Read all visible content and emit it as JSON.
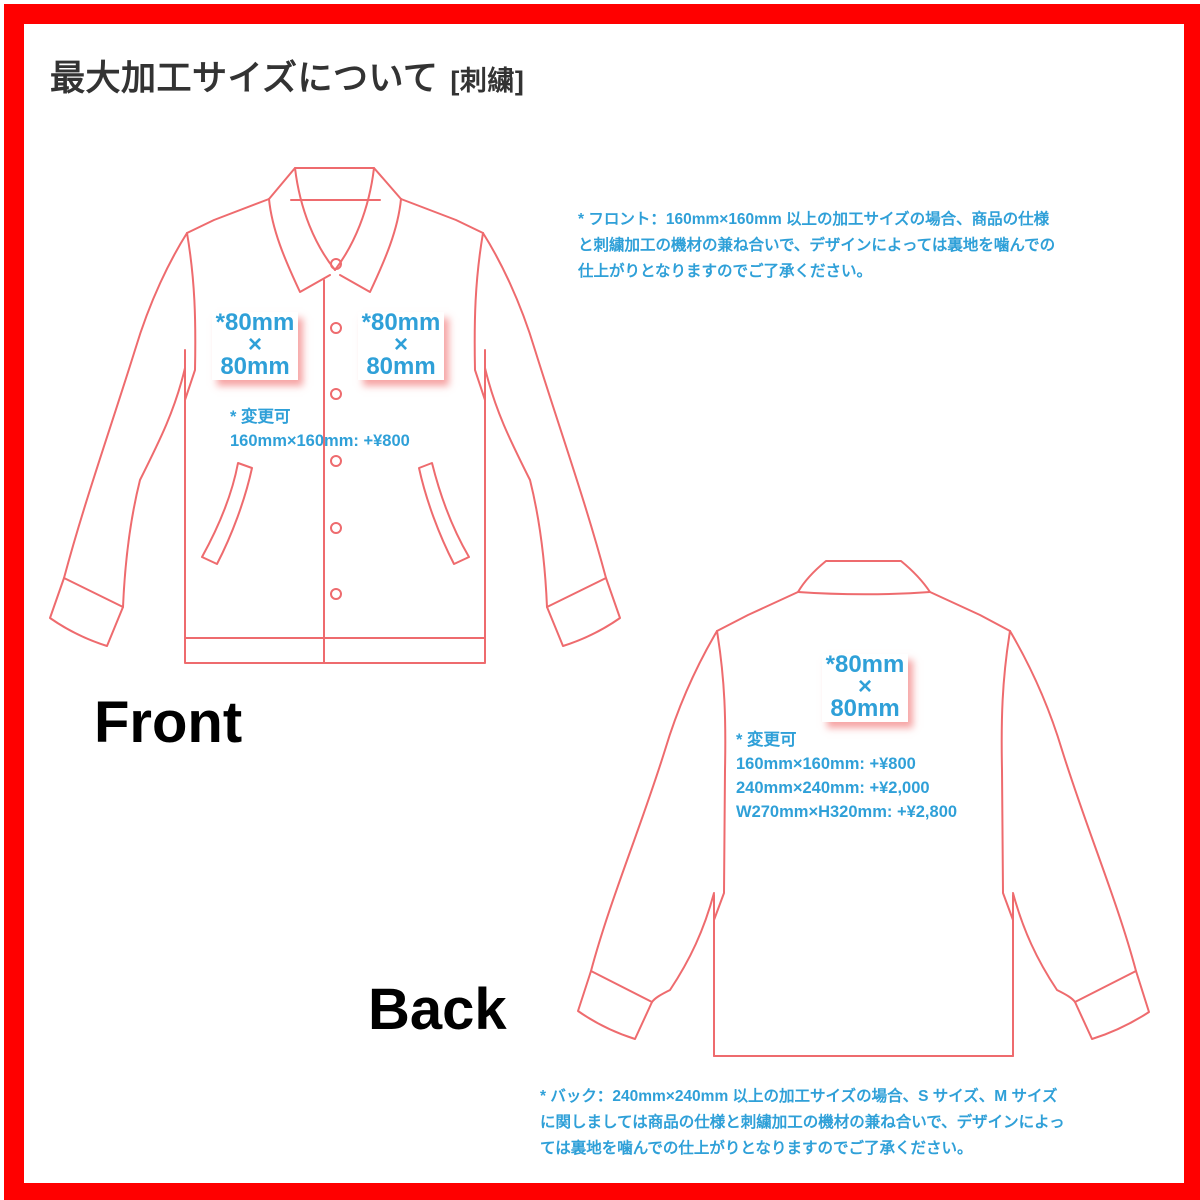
{
  "header": {
    "title": "最大加工サイズについて",
    "subtitle": "[刺繍]"
  },
  "colors": {
    "frame": "#ff0000",
    "outline": "#ee6b6e",
    "text_accent": "#2fa0d8",
    "title": "#333333"
  },
  "front": {
    "label": "Front",
    "note_lines": [
      "* フロント：160mm×160mm 以上の加工サイズの場合、商品の仕様",
      "と刺繍加工の機材の兼ね合いで、デザインによっては裏地を噛んでの",
      "仕上がりとなりますのでご了承ください。"
    ],
    "print_areas": [
      {
        "line1": "*80mm",
        "line2": "×",
        "line3": "80mm"
      },
      {
        "line1": "*80mm",
        "line2": "×",
        "line3": "80mm"
      }
    ],
    "options": [
      "* 変更可",
      "160mm×160mm: +¥800"
    ]
  },
  "back": {
    "label": "Back",
    "note_lines": [
      "* バック：240mm×240mm 以上の加工サイズの場合、S サイズ、M サイズ",
      "に関しましては商品の仕様と刺繍加工の機材の兼ね合いで、デザインによっ",
      "ては裏地を噛んでの仕上がりとなりますのでご了承ください。"
    ],
    "print_area": {
      "line1": "*80mm",
      "line2": "×",
      "line3": "80mm"
    },
    "options": [
      "* 変更可",
      "160mm×160mm: +¥800",
      "240mm×240mm: +¥2,000",
      "W270mm×H320mm: +¥2,800"
    ]
  }
}
